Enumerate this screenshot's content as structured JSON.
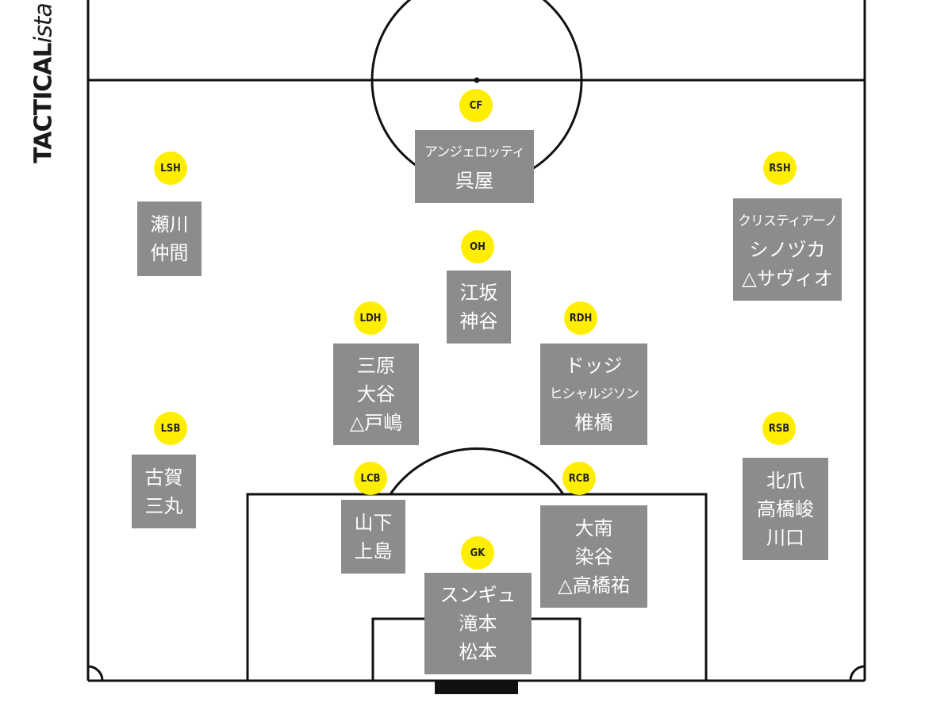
{
  "brand": {
    "bold": "TACTICAL",
    "italic": "ista"
  },
  "positions": [
    {
      "role": "CF",
      "players": [
        "アンジェロッティ",
        "呉屋"
      ]
    },
    {
      "role": "LSH",
      "players": [
        "瀬川",
        "仲間"
      ]
    },
    {
      "role": "RSH",
      "players": [
        "クリスティアーノ",
        "シノヅカ",
        "△サヴィオ"
      ]
    },
    {
      "role": "OH",
      "players": [
        "江坂",
        "神谷"
      ]
    },
    {
      "role": "LDH",
      "players": [
        "三原",
        "大谷",
        "△戸嶋"
      ]
    },
    {
      "role": "RDH",
      "players": [
        "ドッジ",
        "ヒシャルジソン",
        "椎橋"
      ]
    },
    {
      "role": "LSB",
      "players": [
        "古賀",
        "三丸"
      ]
    },
    {
      "role": "RSB",
      "players": [
        "北爪",
        "高橋峻",
        "川口"
      ]
    },
    {
      "role": "LCB",
      "players": [
        "山下",
        "上島"
      ]
    },
    {
      "role": "RCB",
      "players": [
        "大南",
        "染谷",
        "△高橋祐"
      ]
    },
    {
      "role": "GK",
      "players": [
        "スンギュ",
        "滝本",
        "松本"
      ]
    }
  ]
}
